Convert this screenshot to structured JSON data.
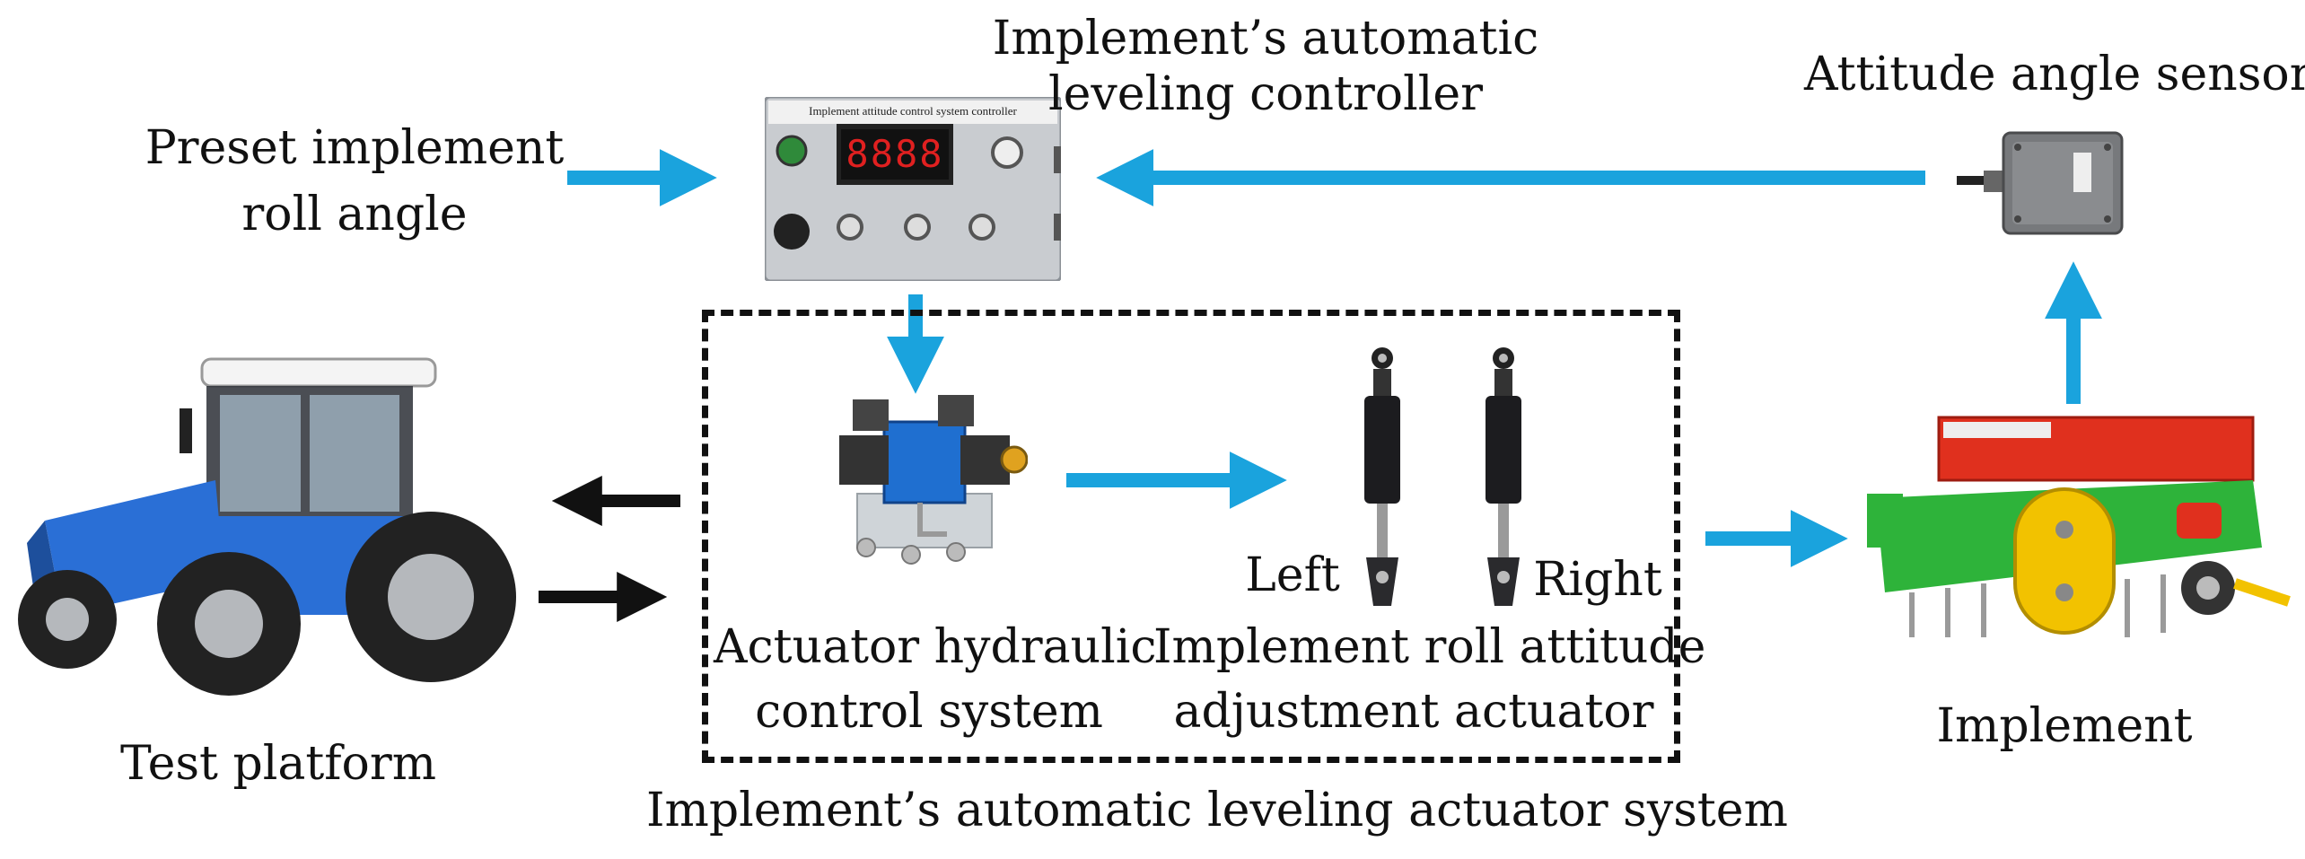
{
  "labels": {
    "controller_title_line1": "Implement’s automatic",
    "controller_title_line2": "leveling controller",
    "sensor_title": "Attitude angle sensor",
    "preset_line1": "Preset implement",
    "preset_line2": "roll angle",
    "hydraulic_line1": "Actuator hydraulic",
    "hydraulic_line2": "control system",
    "actuator_line1": "Implement roll attitude",
    "actuator_line2": "adjustment actuator",
    "left": "Left",
    "right": "Right",
    "test_platform": "Test platform",
    "implement": "Implement",
    "system_caption": "Implement’s automatic leveling actuator system"
  },
  "controller_panel": {
    "header_text": "Implement attitude control system controller",
    "display_value": "8888"
  },
  "colors": {
    "flow_arrow": "#1aa3dd",
    "signal_arrow": "#111111",
    "tractor_blue": "#2a6fd6",
    "implement_green": "#2eb33a",
    "implement_red": "#e0301e",
    "implement_yellow": "#f2c200"
  },
  "icons": [
    "controller-box-image",
    "attitude-sensor-image",
    "hydraulic-valve-image",
    "hydraulic-cylinder-image",
    "tractor-image",
    "seeder-implement-image"
  ]
}
